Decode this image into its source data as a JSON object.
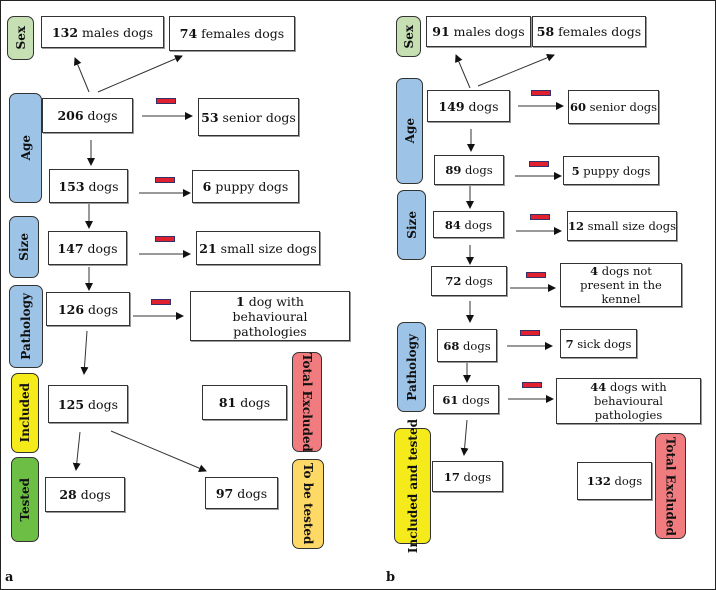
{
  "colors": {
    "sex": "#c6e0b4",
    "stage": "#9dc3e6",
    "included": "#f5ea1a",
    "tested": "#6cbf44",
    "excluded": "#f07c7f",
    "to_be_tested": "#ffd966",
    "minus": "#e0202e"
  },
  "panel_a": {
    "label": "a",
    "categories": {
      "sex": "Sex",
      "age": "Age",
      "size": "Size",
      "pathology": "Pathology",
      "included": "Included",
      "tested": "Tested",
      "total_excluded": "Total Excluded",
      "to_be_tested": "To be tested"
    },
    "nodes": {
      "males": {
        "num": "132",
        "text": " males dogs"
      },
      "females": {
        "num": "74",
        "text": " females dogs"
      },
      "start": {
        "num": "206",
        "text": " dogs"
      },
      "senior": {
        "num": "53",
        "text": " senior dogs"
      },
      "after_age": {
        "num": "153",
        "text": " dogs"
      },
      "puppy": {
        "num": "6",
        "text": " puppy dogs"
      },
      "after_puppy": {
        "num": "147",
        "text": " dogs"
      },
      "small": {
        "num": "21",
        "text": " small size dogs"
      },
      "after_size": {
        "num": "126",
        "text": " dogs"
      },
      "behav": {
        "num": "1",
        "text": " dog with behavioural pathologies"
      },
      "included": {
        "num": "125",
        "text": " dogs"
      },
      "excluded": {
        "num": "81",
        "text": " dogs"
      },
      "tested": {
        "num": "28",
        "text": " dogs"
      },
      "to_test": {
        "num": "97",
        "text": " dogs"
      }
    }
  },
  "panel_b": {
    "label": "b",
    "categories": {
      "sex": "Sex",
      "age": "Age",
      "size": "Size",
      "pathology": "Pathology",
      "included_tested": "Included and tested",
      "total_excluded": "Total Excluded"
    },
    "nodes": {
      "males": {
        "num": "91",
        "text": " males dogs"
      },
      "females": {
        "num": "58",
        "text": " females dogs"
      },
      "start": {
        "num": "149",
        "text": " dogs"
      },
      "senior": {
        "num": "60",
        "text": " senior dogs"
      },
      "after_age": {
        "num": "89",
        "text": " dogs"
      },
      "puppy": {
        "num": "5",
        "text": " puppy dogs"
      },
      "after_puppy": {
        "num": "84",
        "text": " dogs"
      },
      "small": {
        "num": "12",
        "text": " small size dogs"
      },
      "after_size": {
        "num": "72",
        "text": " dogs"
      },
      "absent": {
        "num": "4",
        "text": " dogs not present in the kennel"
      },
      "after_absent": {
        "num": "68",
        "text": " dogs"
      },
      "sick": {
        "num": "7",
        "text": " sick dogs"
      },
      "after_sick": {
        "num": "61",
        "text": " dogs"
      },
      "behav": {
        "num": "44",
        "text": " dogs with behavioural pathologies"
      },
      "included": {
        "num": "17",
        "text": " dogs"
      },
      "excluded": {
        "num": "132",
        "text": " dogs"
      }
    }
  }
}
